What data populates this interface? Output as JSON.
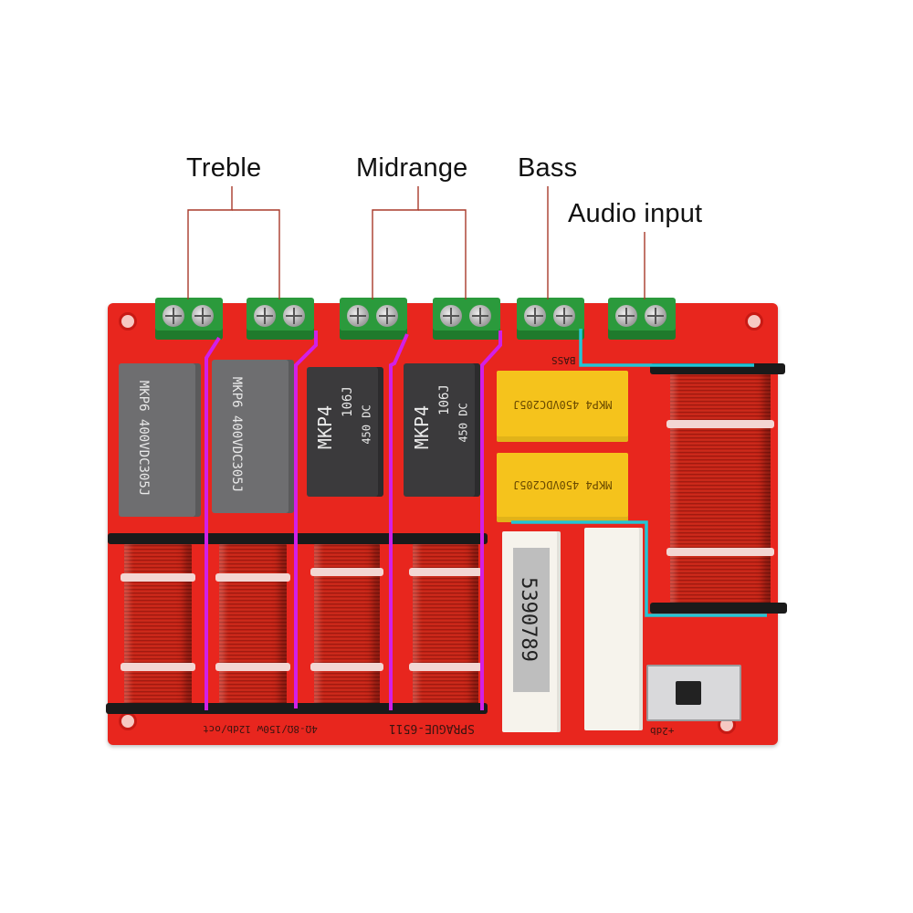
{
  "labels": {
    "treble": "Treble",
    "midrange": "Midrange",
    "bass": "Bass",
    "audio_input": "Audio input"
  },
  "capacitors": {
    "treble_1": "MKP6 400VDC305J",
    "treble_2": "MKP6 400VDC305J",
    "mid_1_line1": "106J",
    "mid_1_line2": "450 DC",
    "mid_1_brand": "MKP4",
    "mid_2_line1": "106J",
    "mid_2_line2": "450 DC",
    "mid_2_brand": "MKP4",
    "bass_1": "MKP4 450VDC205J",
    "bass_2": "MKP4 450VDC205J"
  },
  "resistor_sticker": "5390789",
  "silkscreen": {
    "board_name": "SPRAGUE-6511",
    "spec": "4Ω-8Ω/150w 12db/oct",
    "bass_mark": "BASS",
    "switch_mark": "+2db"
  },
  "colors": {
    "board": "#e8261e",
    "label_line": "#a83a2a",
    "magenta_wire": "#d21fe6",
    "cyan_wire": "#22c6d6"
  }
}
